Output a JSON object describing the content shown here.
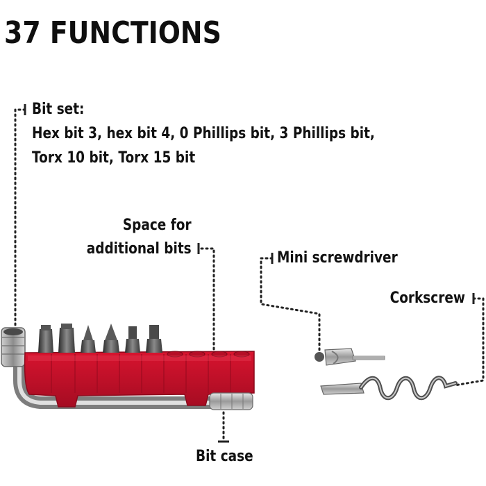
{
  "title": "37 FUNCTIONS",
  "callouts": {
    "bit_set_heading": "Bit set:",
    "bit_set_line1": "Hex bit 3, hex bit 4, 0 Phillips bit, 3 Phillips bit,",
    "bit_set_line2": "Torx 10 bit, Torx 15 bit",
    "space_line1": "Space for",
    "space_line2": "additional bits",
    "mini_screwdriver": "Mini screwdriver",
    "corkscrew": "Corkscrew",
    "bit_case": "Bit case"
  },
  "colors": {
    "bit_case_red": "#c8102e",
    "dotted_line": "#222222",
    "metal": "#9a9a9a"
  }
}
